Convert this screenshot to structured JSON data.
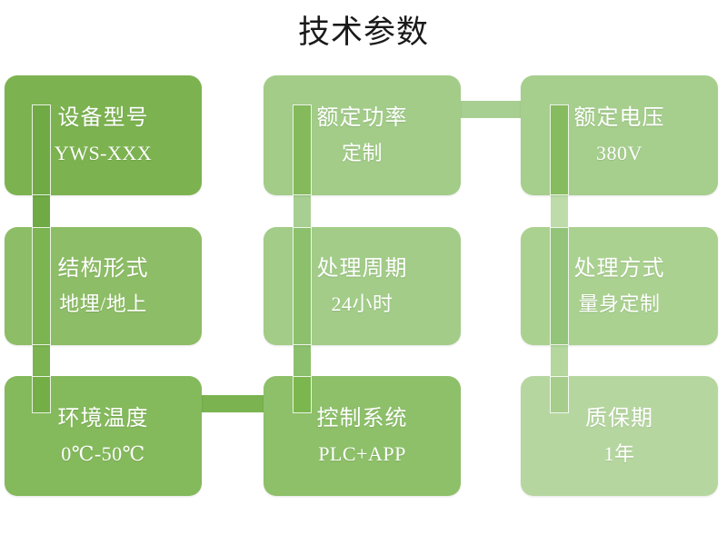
{
  "page": {
    "title": "技术参数",
    "background": "#ffffff"
  },
  "palette": {
    "dark_green": "#7cb350",
    "mid_green": "#8dbd66",
    "light_green": "#a2cc88",
    "pale_green": "#b6d6a0",
    "connector_dark": "#6faa45",
    "connector_mid": "#84b95c",
    "connector_light": "#a8cf92",
    "connector_pale": "#bedca9",
    "text_on_card": "#ffffff",
    "title_color": "#1a1a1a"
  },
  "cards": [
    {
      "id": "equipment-model",
      "title": "设备型号",
      "value": "YWS-XXX",
      "color": "#7cb350",
      "tab_color": "#6faa45"
    },
    {
      "id": "rated-power",
      "title": "额定功率",
      "value": "定制",
      "color": "#a2cc88",
      "tab_color": "#84b95c"
    },
    {
      "id": "rated-voltage",
      "title": "额定电压",
      "value": "380V",
      "color": "#a6ce8d",
      "tab_color": "#86bb60"
    },
    {
      "id": "structure-type",
      "title": "结构形式",
      "value": "地埋/地上",
      "color": "#8dbd66",
      "tab_color": "#7bb450"
    },
    {
      "id": "treatment-cycle",
      "title": "处理周期",
      "value": "24小时",
      "color": "#a2cc88",
      "tab_color": "#8cc06d"
    },
    {
      "id": "treatment-method",
      "title": "处理方式",
      "value": "量身定制",
      "color": "#aad190",
      "tab_color": "#93c479"
    },
    {
      "id": "ambient-temperature",
      "title": "环境温度",
      "value": "0℃-50℃",
      "color": "#84b95c",
      "tab_color": "#74ae47"
    },
    {
      "id": "control-system",
      "title": "控制系统",
      "value": "PLC+APP",
      "color": "#8dc069",
      "tab_color": "#7bb64f"
    },
    {
      "id": "warranty-period",
      "title": "质保期",
      "value": "1年",
      "color": "#b6d6a0",
      "tab_color": "#a6cd8c"
    }
  ],
  "connectors": [
    {
      "id": "col1-row1-row2-vertical",
      "color": "#6faa45"
    },
    {
      "id": "col1-row2-row3-vertical",
      "color": "#7bb450"
    },
    {
      "id": "col2-row1-row2-vertical",
      "color": "#a8cf92"
    },
    {
      "id": "col2-row2-row3-vertical",
      "color": "#8cc06d"
    },
    {
      "id": "col3-row1-row2-vertical",
      "color": "#bedca9"
    },
    {
      "id": "col3-row2-row3-vertical",
      "color": "#b3d79d"
    },
    {
      "id": "row1-col2-col3-horizontal",
      "color": "#a8cf92"
    },
    {
      "id": "row3-col1-col2-horizontal",
      "color": "#7ab34f"
    }
  ]
}
